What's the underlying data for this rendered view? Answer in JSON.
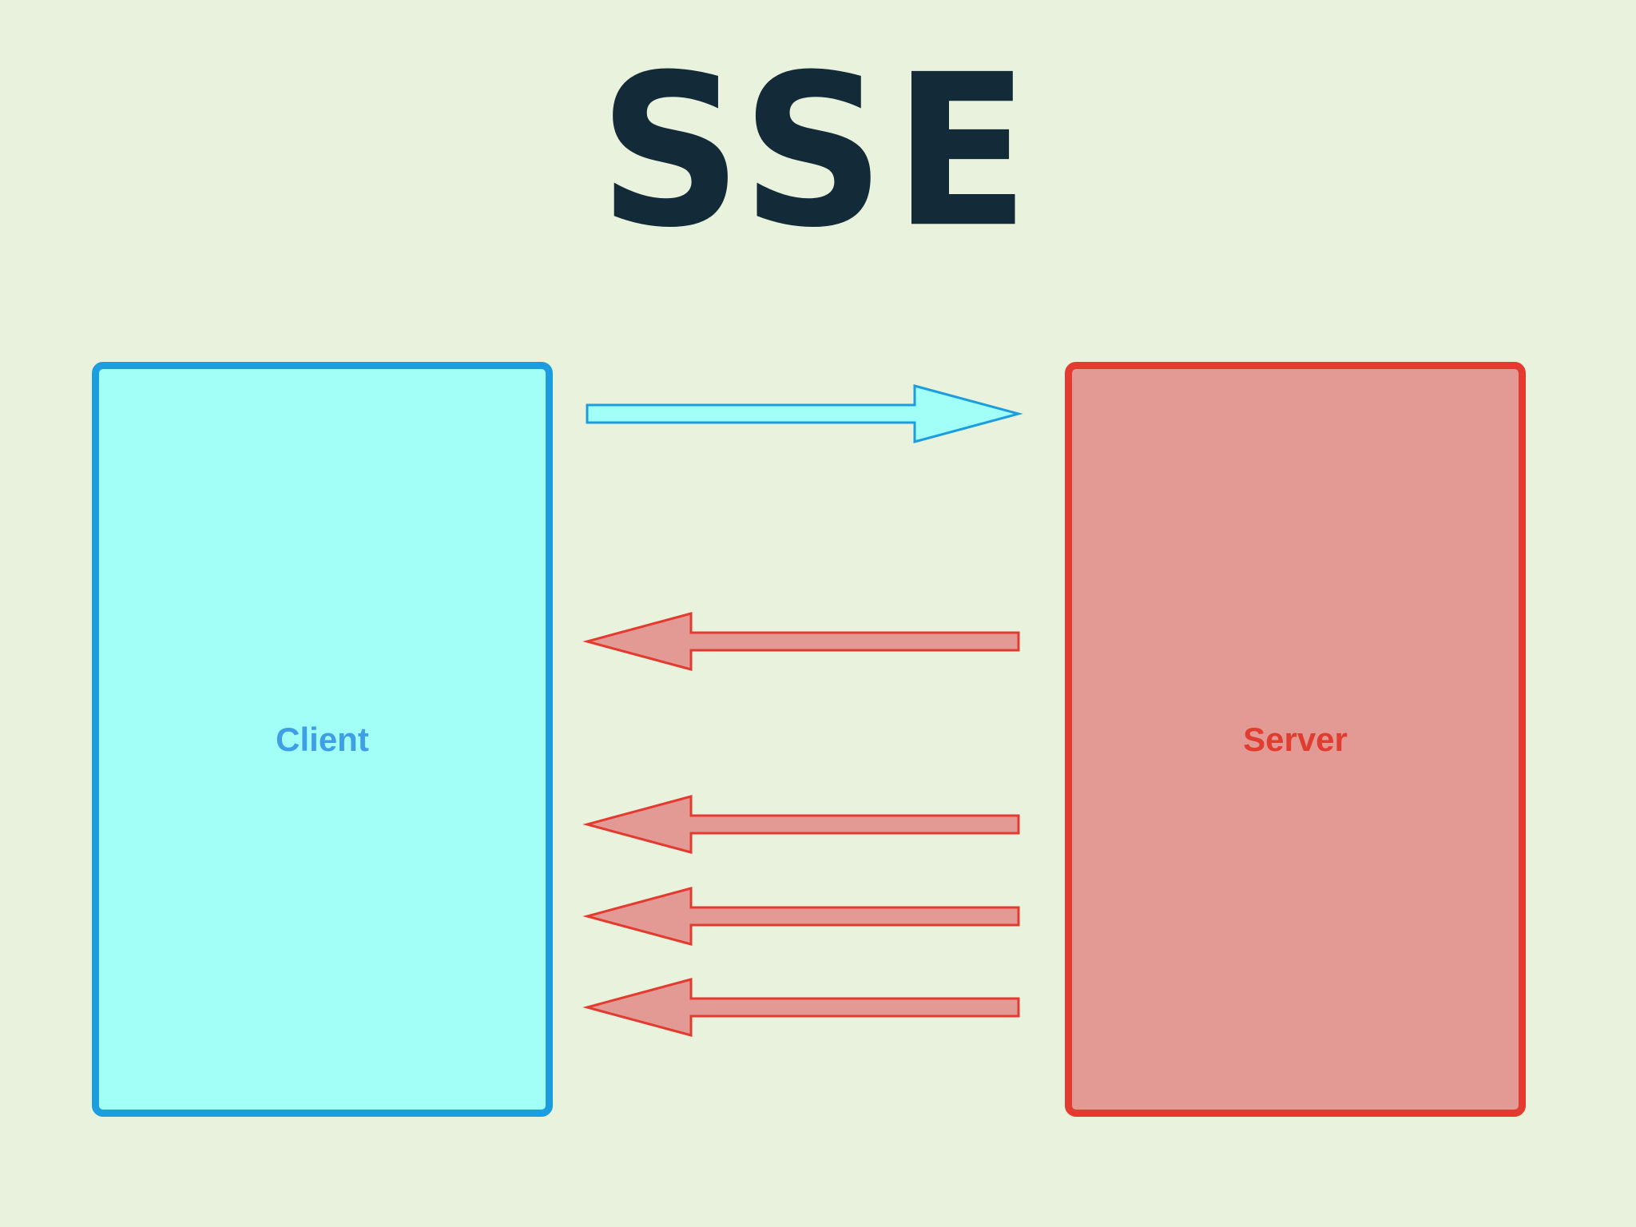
{
  "title": "SSE",
  "client": {
    "label": "Client"
  },
  "server": {
    "label": "Server"
  },
  "colors": {
    "background": "#e9f2dc",
    "title": "#132a38",
    "client_fill": "#a2fff8",
    "client_border": "#1b9ddf",
    "client_text": "#3e9fe6",
    "server_fill": "#e39a95",
    "server_border": "#e43a2f",
    "server_text": "#e03c30"
  },
  "arrows": [
    {
      "direction": "client-to-server",
      "color": "client"
    },
    {
      "direction": "server-to-client",
      "color": "server"
    },
    {
      "direction": "server-to-client",
      "color": "server"
    },
    {
      "direction": "server-to-client",
      "color": "server"
    },
    {
      "direction": "server-to-client",
      "color": "server"
    }
  ]
}
